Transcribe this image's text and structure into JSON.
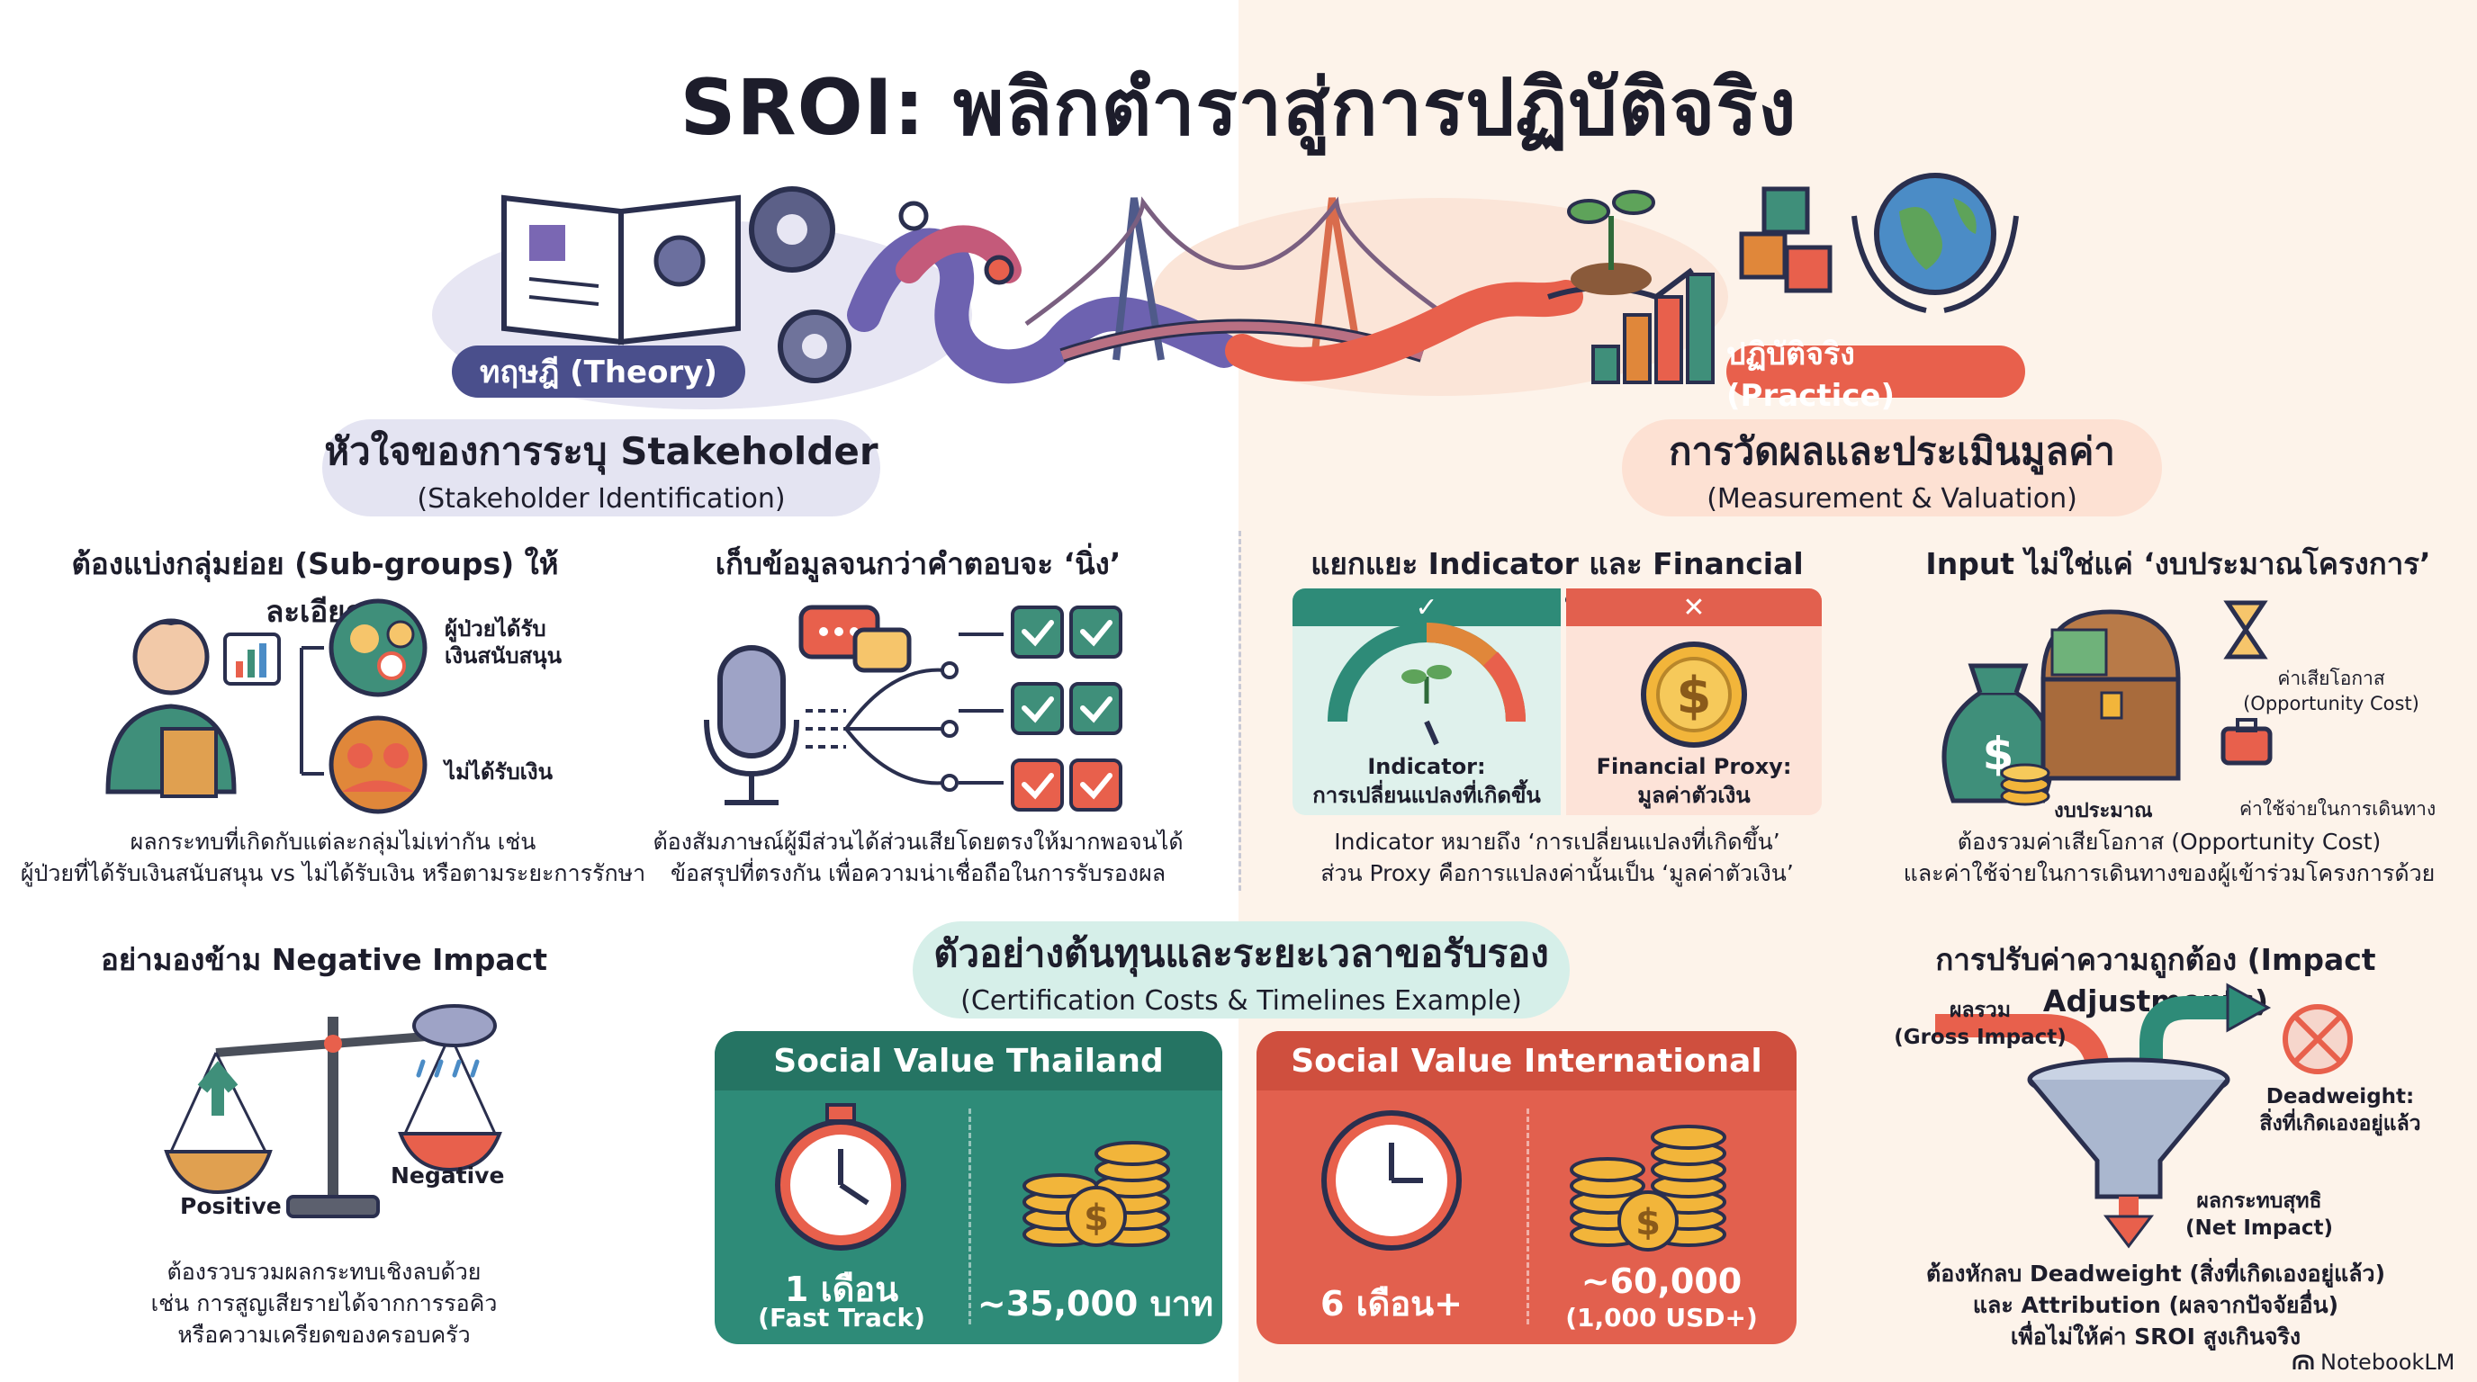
{
  "title": "SROI: พลิกตำราสู่การปฏิบัติจริง",
  "banner": {
    "theory_label": "ทฤษฎี (Theory)",
    "practice_label": "ปฏิบัติจริง (Practice)"
  },
  "left_header": {
    "title": "หัวใจของการระบุ Stakeholder",
    "subtitle": "(Stakeholder Identification)"
  },
  "right_header": {
    "title": "การวัดผลและประเมินมูลค่า",
    "subtitle": "(Measurement & Valuation)"
  },
  "subgroups": {
    "heading": "ต้องแบ่งกลุ่มย่อย (Sub-groups) ให้ละเอียด",
    "group1_line1": "ผู้ป่วยได้รับ",
    "group1_line2": "เงินสนับสนุน",
    "group2": "ไม่ได้รับเงิน",
    "body_line1": "ผลกระทบที่เกิดกับแต่ละกลุ่มไม่เท่ากัน เช่น",
    "body_line2": "ผู้ป่วยที่ได้รับเงินสนับสนุน vs ไม่ได้รับเงิน หรือตามระยะการรักษา"
  },
  "saturation": {
    "heading": "เก็บข้อมูลจนกว่าคำตอบจะ ‘นิ่ง’",
    "body_line1": "ต้องสัมภาษณ์ผู้มีส่วนได้ส่วนเสียโดยตรงให้มากพอจนได้",
    "body_line2": "ข้อสรุปที่ตรงกัน เพื่อความน่าเชื่อถือในการรับรองผล"
  },
  "indicator_proxy": {
    "heading": "แยกแยะ Indicator และ Financial Proxy ให้ขาด",
    "check_symbol": "✓",
    "cross_symbol": "✕",
    "indicator_line1": "Indicator:",
    "indicator_line2": "การเปลี่ยนแปลงที่เกิดขึ้น",
    "proxy_line1": "Financial Proxy:",
    "proxy_line2": "มูลค่าตัวเงิน",
    "body_line1": "Indicator หมายถึง ‘การเปลี่ยนแปลงที่เกิดขึ้น’",
    "body_line2": "ส่วน Proxy คือการแปลงค่านั้นเป็น ‘มูลค่าตัวเงิน’"
  },
  "inputs": {
    "heading": "Input ไม่ใช่แค่ ‘งบประมาณโครงการ’",
    "opportunity_line1": "ค่าเสียโอกาส",
    "opportunity_line2": "(Opportunity Cost)",
    "budget_label": "งบประมาณ",
    "travel_label": "ค่าใช้จ่ายในการเดินทาง",
    "body_line1": "ต้องรวมค่าเสียโอกาส (Opportunity Cost)",
    "body_line2": "และค่าใช้จ่ายในการเดินทางของผู้เข้าร่วมโครงการด้วย"
  },
  "negative": {
    "heading": "อย่ามองข้าม Negative Impact",
    "positive_label": "Positive",
    "negative_label": "Negative",
    "body_line1": "ต้องรวบรวมผลกระทบเชิงลบด้วย",
    "body_line2": "เช่น การสูญเสียรายได้จากการรอคิว",
    "body_line3": "หรือความเครียดของครอบครัว"
  },
  "certification": {
    "title": "ตัวอย่างต้นทุนและระยะเวลาขอรับรอง",
    "subtitle": "(Certification Costs & Timelines Example)",
    "thailand": {
      "name": "Social Value Thailand",
      "time": "1 เดือน",
      "time_note": "(Fast Track)",
      "cost": "~35,000 บาท"
    },
    "international": {
      "name": "Social Value International",
      "time": "6 เดือน+",
      "cost": "~60,000",
      "cost_note": "(1,000 USD+)"
    }
  },
  "adjustments": {
    "heading": "การปรับค่าความถูกต้อง (Impact Adjustments)",
    "gross_line1": "ผลรวม",
    "gross_line2": "(Gross Impact)",
    "deadweight_line1": "Deadweight:",
    "deadweight_line2": "สิ่งที่เกิดเองอยู่แล้ว",
    "net_line1": "ผลกระทบสุทธิ",
    "net_line2": "(Net Impact)",
    "body_line1": "ต้องหักลบ Deadweight (สิ่งที่เกิดเองอยู่แล้ว)",
    "body_line2": "และ Attribution (ผลจากปัจจัยอื่น)",
    "body_line3": "เพื่อไม่ให้ค่า SROI สูงเกินจริง"
  },
  "watermark": "NotebookLM",
  "colors": {
    "theory_navy": "#4a4f8c",
    "practice_red": "#e8604c",
    "teal": "#2e8b78",
    "coral": "#e2604e",
    "header_lavender": "#e4e4f2",
    "header_peach": "#fde1d3"
  }
}
